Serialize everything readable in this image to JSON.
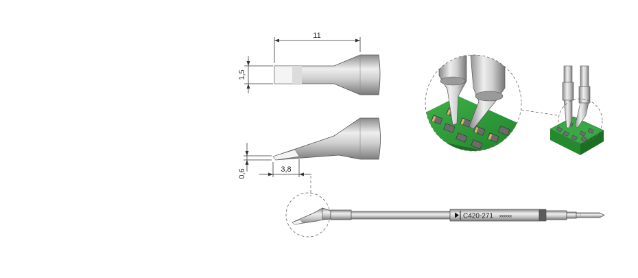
{
  "dimensions": {
    "length": "11",
    "width": "1,5",
    "thickness": "0,6",
    "bevel": "3,8"
  },
  "cartridge": {
    "model": "C420-271",
    "serial": "xxxxxx"
  }
}
